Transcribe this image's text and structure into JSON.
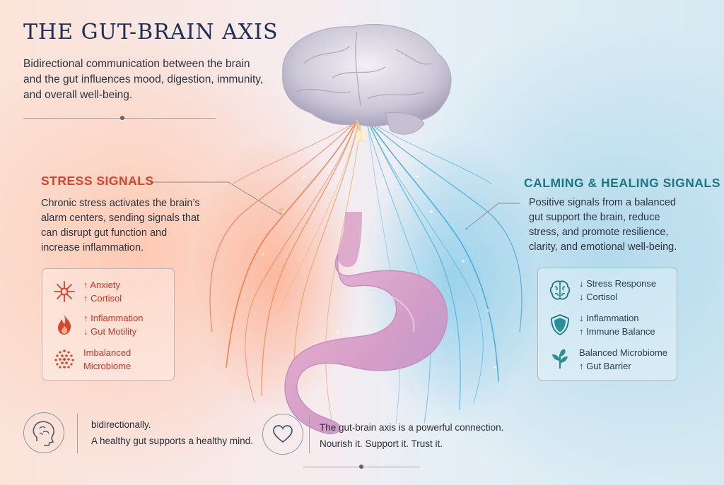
{
  "title": "THE GUT-BRAIN AXIS",
  "intro": "Bidirectional communication between the brain and the gut influences mood, digestion, immunity, and overall well-being.",
  "stress": {
    "heading": "STRESS SIGNALS",
    "text": "Chronic stress activates the brain’s alarm centers, sending signals that can disrupt gut function and increase inflammation.",
    "items": [
      {
        "icon": "neuron-icon",
        "lines": [
          "↑ Anxiety",
          "↑ Cortisol"
        ]
      },
      {
        "icon": "flame-icon",
        "lines": [
          "↑ Inflammation",
          "↓ Gut Motility"
        ]
      },
      {
        "icon": "microbiome-dots-icon",
        "lines": [
          "Imbalanced Microbiome"
        ]
      }
    ]
  },
  "calm": {
    "heading": "CALMING & HEALING SIGNALS",
    "text": "Positive signals from a balanced gut support the brain, reduce stress, and promote resilience, clarity, and emotional well-being.",
    "items": [
      {
        "icon": "brain-icon",
        "lines": [
          "↓ Stress Response",
          "↓ Cortisol"
        ]
      },
      {
        "icon": "shield-icon",
        "lines": [
          "↓ Inflammation",
          "↑ Immune Balance"
        ]
      },
      {
        "icon": "leaf-icon",
        "lines": [
          "Balanced Microbiome",
          "↑ Gut Barrier"
        ]
      }
    ]
  },
  "footer": {
    "left": {
      "icon": "brain-head-icon",
      "lines": [
        "bidirectionally.",
        "A healthy gut supports a healthy mind."
      ]
    },
    "right": {
      "icon": "heart-icon",
      "lines": [
        "The gut-brain axis is a powerful connection.",
        "Nourish it. Support it. Trust it."
      ]
    }
  },
  "colors": {
    "title": "#1f2f56",
    "stress": "#d4432c",
    "calm": "#1d7783",
    "text": "#2e3340"
  }
}
